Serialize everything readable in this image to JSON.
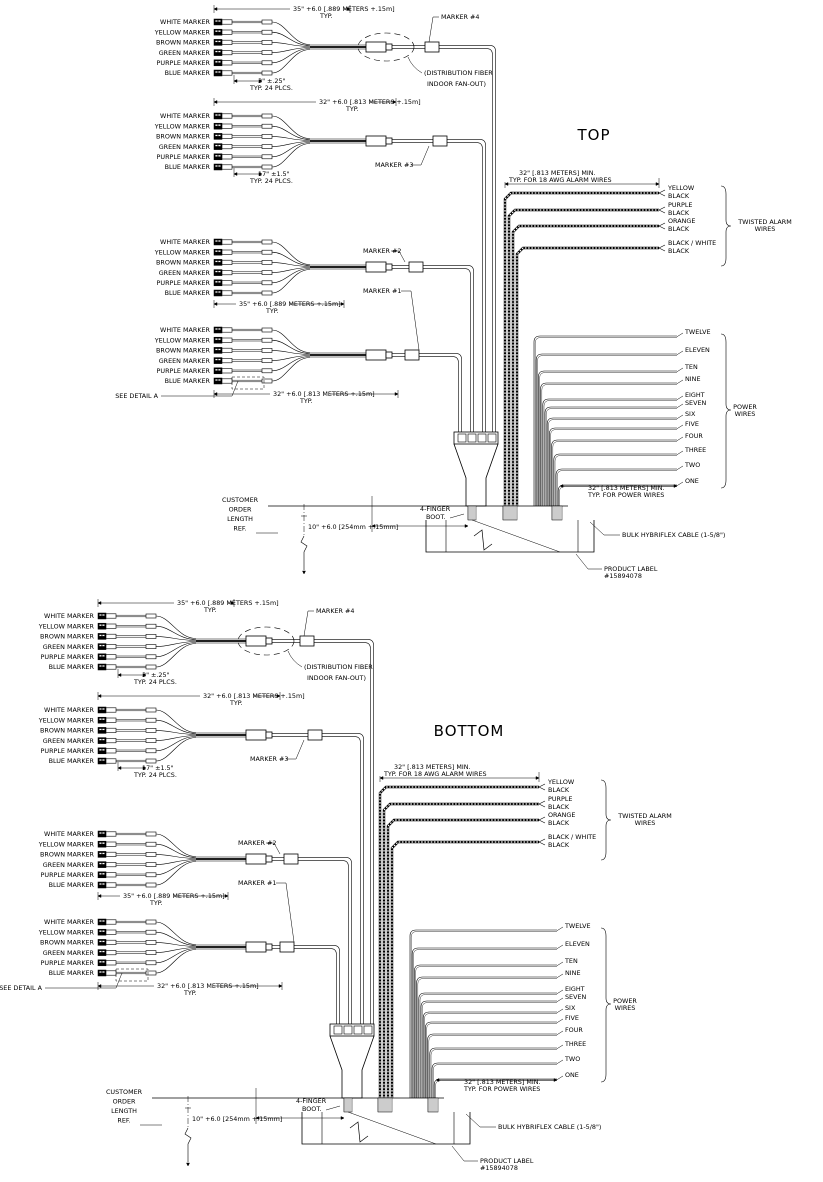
{
  "panels": [
    {
      "id": "top",
      "title": "TOP",
      "groups": [
        {
          "markers": [
            "WHITE MARKER",
            "YELLOW MARKER",
            "BROWN MARKER",
            "GREEN MARKER",
            "PURPLE MARKER",
            "BLUE MARKER"
          ],
          "dim_top": "35\" +6.0 [.889 METERS +.15m]",
          "dim_top_sub": "TYP.",
          "dim_bottom": "3\" ±.25\"",
          "dim_bottom_sub": "TYP. 24 PLCS.",
          "marker_label": "MARKER #4",
          "fanout_label_1": "(DISTRIBUTION FIBER",
          "fanout_label_2": "INDOOR FAN-OUT)"
        },
        {
          "markers": [
            "WHITE MARKER",
            "YELLOW MARKER",
            "BROWN MARKER",
            "GREEN MARKER",
            "PURPLE MARKER",
            "BLUE MARKER"
          ],
          "dim_top": "32\" +6.0 [.813 METERS +.15m]",
          "dim_top_sub": "TYP.",
          "dim_bottom": "17\" ±1.5\"",
          "dim_bottom_sub": "TYP. 24 PLCS.",
          "marker_label": "MARKER #3"
        },
        {
          "markers": [
            "WHITE MARKER",
            "YELLOW MARKER",
            "BROWN MARKER",
            "GREEN MARKER",
            "PURPLE MARKER",
            "BLUE MARKER"
          ],
          "dim_top": "35\" +6.0 [.889 METERS +.15m]",
          "dim_top_sub": "TYP.",
          "marker_label": "MARKER #2"
        },
        {
          "markers": [
            "WHITE MARKER",
            "YELLOW MARKER",
            "BROWN MARKER",
            "GREEN MARKER",
            "PURPLE MARKER",
            "BLUE MARKER"
          ],
          "dim_top": "32\" +6.0 [.813 METERS +.15m]",
          "dim_top_sub": "TYP.",
          "marker_label": "MARKER #1",
          "detail_label": "SEE DETAIL A"
        }
      ],
      "alarm": {
        "dim": "32\" [.813 METERS] MIN.",
        "dim_sub": "TYP. FOR 18 AWG ALARM WIRES",
        "pairs": [
          [
            "YELLOW",
            "BLACK"
          ],
          [
            "PURPLE",
            "BLACK"
          ],
          [
            "ORANGE",
            "BLACK"
          ],
          [
            "BLACK / WHITE",
            "BLACK"
          ]
        ],
        "group_label_1": "TWISTED ALARM",
        "group_label_2": "WIRES"
      },
      "power": {
        "wires": [
          "TWELVE",
          "ELEVEN",
          "TEN",
          "NINE",
          "EIGHT",
          "SEVEN",
          "SIX",
          "FIVE",
          "FOUR",
          "THREE",
          "TWO",
          "ONE"
        ],
        "dim": "32\" [.813 METERS] MIN.",
        "dim_sub": "TYP. FOR POWER WIRES",
        "group_label_1": "POWER",
        "group_label_2": "WIRES"
      },
      "boot_label_1": "4-FINGER",
      "boot_label_2": "BOOT.",
      "length_dim": "10\" +6.0 [254mm +.15mm]",
      "customer_ref": [
        "CUSTOMER",
        "ORDER",
        "LENGTH",
        "REF."
      ],
      "cable_label": "BULK HYBRIFLEX CABLE (1-5/8\")",
      "product_label_1": "PRODUCT LABEL",
      "product_label_2": "#15894078"
    },
    {
      "id": "bottom",
      "title": "BOTTOM",
      "groups": [
        {
          "markers": [
            "WHITE MARKER",
            "YELLOW MARKER",
            "BROWN MARKER",
            "GREEN MARKER",
            "PURPLE MARKER",
            "BLUE MARKER"
          ],
          "dim_top": "35\" +6.0 [.889 METERS +.15m]",
          "dim_top_sub": "TYP.",
          "dim_bottom": "3\" ±.25\"",
          "dim_bottom_sub": "TYP. 24 PLCS.",
          "marker_label": "MARKER #4",
          "fanout_label_1": "(DISTRIBUTION FIBER",
          "fanout_label_2": "INDOOR FAN-OUT)"
        },
        {
          "markers": [
            "WHITE MARKER",
            "YELLOW MARKER",
            "BROWN MARKER",
            "GREEN MARKER",
            "PURPLE MARKER",
            "BLUE MARKER"
          ],
          "dim_top": "32\" +6.0 [.813 METERS +.15m]",
          "dim_top_sub": "TYP.",
          "dim_bottom": "17\" ±1.5\"",
          "dim_bottom_sub": "TYP. 24 PLCS.",
          "marker_label": "MARKER #3"
        },
        {
          "markers": [
            "WHITE MARKER",
            "YELLOW MARKER",
            "BROWN MARKER",
            "GREEN MARKER",
            "PURPLE MARKER",
            "BLUE MARKER"
          ],
          "dim_top": "35\" +6.0 [.889 METERS +.15m]",
          "dim_top_sub": "TYP.",
          "marker_label": "MARKER #2"
        },
        {
          "markers": [
            "WHITE MARKER",
            "YELLOW MARKER",
            "BROWN MARKER",
            "GREEN MARKER",
            "PURPLE MARKER",
            "BLUE MARKER"
          ],
          "dim_top": "32\" +6.0 [.813 METERS +.15m]",
          "dim_top_sub": "TYP.",
          "marker_label": "MARKER #1",
          "detail_label": "SEE DETAIL A"
        }
      ],
      "alarm": {
        "dim": "32\" [.813 METERS] MIN.",
        "dim_sub": "TYP. FOR 18 AWG ALARM WIRES",
        "pairs": [
          [
            "YELLOW",
            "BLACK"
          ],
          [
            "PURPLE",
            "BLACK"
          ],
          [
            "ORANGE",
            "BLACK"
          ],
          [
            "BLACK / WHITE",
            "BLACK"
          ]
        ],
        "group_label_1": "TWISTED ALARM",
        "group_label_2": "WIRES"
      },
      "power": {
        "wires": [
          "TWELVE",
          "ELEVEN",
          "TEN",
          "NINE",
          "EIGHT",
          "SEVEN",
          "SIX",
          "FIVE",
          "FOUR",
          "THREE",
          "TWO",
          "ONE"
        ],
        "dim": "32\" [.813 METERS] MIN.",
        "dim_sub": "TYP. FOR POWER WIRES",
        "group_label_1": "POWER",
        "group_label_2": "WIRES"
      },
      "boot_label_1": "4-FINGER",
      "boot_label_2": "BOOT.",
      "length_dim": "10\" +6.0 [254mm +.15mm]",
      "customer_ref": [
        "CUSTOMER",
        "ORDER",
        "LENGTH",
        "REF."
      ],
      "cable_label": "BULK HYBRIFLEX CABLE (1-5/8\")",
      "product_label_1": "PRODUCT LABEL",
      "product_label_2": "#15894078"
    }
  ]
}
